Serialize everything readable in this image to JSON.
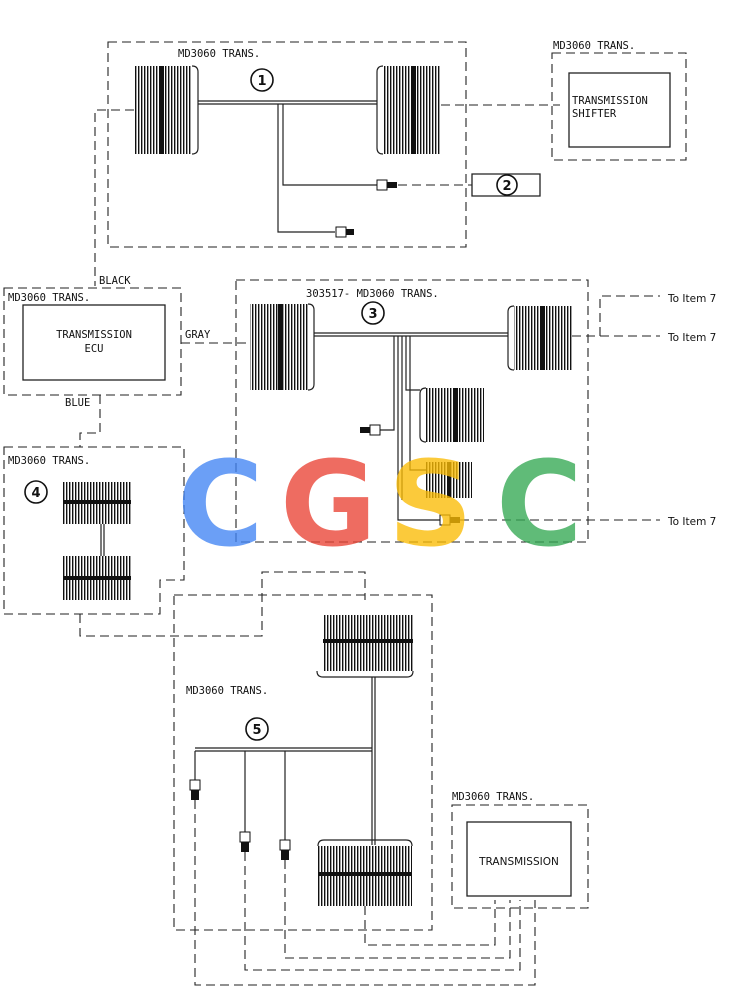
{
  "labels": {
    "trans_1": "MD3060 TRANS.",
    "trans_shifter_box": "MD3060 TRANS.",
    "shifter_line1": "TRANSMISSION",
    "shifter_line2": "SHIFTER",
    "trans_ecu_box": "MD3060 TRANS.",
    "ecu_line1": "TRANSMISSION",
    "ecu_line2": "ECU",
    "black": "BLACK",
    "gray": "GRAY",
    "blue": "BLUE",
    "trans_3": "303517-  MD3060 TRANS.",
    "trans_4": "MD3060  TRANS.",
    "trans_5": "MD3060  TRANS.",
    "trans_box": "MD3060 TRANS.",
    "transmission": "TRANSMISSION",
    "to_item_1": "To Item 7",
    "to_item_2": "To Item 7",
    "to_item_3": "To Item 7"
  },
  "callouts": [
    "1",
    "2",
    "3",
    "4",
    "5"
  ],
  "watermark": {
    "letters": [
      "C",
      "G",
      "S",
      "C"
    ],
    "colors": [
      "#4285f4",
      "#ea4335",
      "#fbbc05",
      "#34a853"
    ]
  },
  "colors": {
    "line": "#222222",
    "background": "#ffffff"
  }
}
